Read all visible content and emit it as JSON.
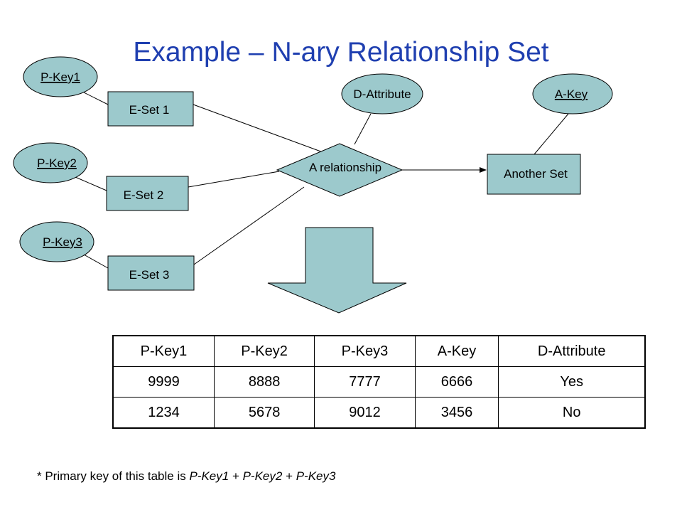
{
  "title": "Example – N-ary Relationship Set",
  "colors": {
    "shape_fill": "#9cc9cc",
    "title": "#1f3fb0"
  },
  "diagram": {
    "pkey1": "P-Key1",
    "pkey2": "P-Key2",
    "pkey3": "P-Key3",
    "eset1": "E-Set 1",
    "eset2": "E-Set 2",
    "eset3": "E-Set 3",
    "relationship": "A relationship",
    "d_attribute": "D-Attribute",
    "a_key": "A-Key",
    "another_set": "Another Set"
  },
  "table": {
    "headers": [
      "P-Key1",
      "P-Key2",
      "P-Key3",
      "A-Key",
      "D-Attribute"
    ],
    "rows": [
      [
        "9999",
        "8888",
        "7777",
        "6666",
        "Yes"
      ],
      [
        "1234",
        "5678",
        "9012",
        "3456",
        "No"
      ]
    ]
  },
  "footnote": {
    "prefix": "* Primary key of this table is ",
    "k1": "P-Key1",
    "plus1": " + ",
    "k2": "P-Key2",
    "plus2": " + ",
    "k3": "P-Key3"
  }
}
